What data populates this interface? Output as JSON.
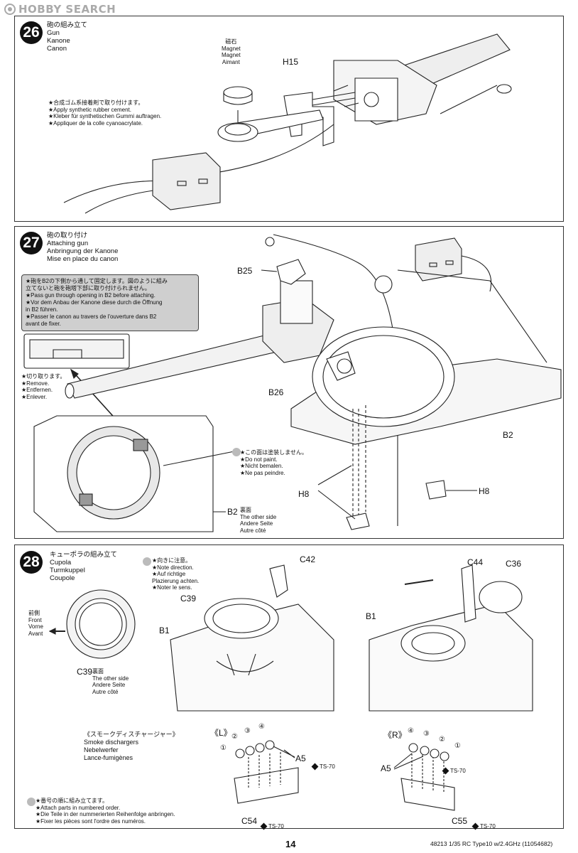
{
  "watermark": "HOBBY SEARCH",
  "step26": {
    "number": "26",
    "title": [
      "砲の組み立て",
      "Gun",
      "Kanone",
      "Canon"
    ],
    "magnet": [
      "磁石",
      "Magnet",
      "Magnet",
      "Aimant"
    ],
    "part": "H15",
    "notes": [
      "★合成ゴム系接着剤で取り付けます。",
      "★Apply synthetic rubber cement.",
      "★Kleber für synthetischen Gummi auftragen.",
      "★Appliquer de la colle cyanoacrylate."
    ]
  },
  "step27": {
    "number": "27",
    "title": [
      "砲の取り付け",
      "Attaching gun",
      "Anbringung der Kanone",
      "Mise en place du canon"
    ],
    "warning": [
      "★砲をB2の下側から通して固定します。図のように組み",
      "立てないと砲を砲塔下部に取り付けられません。",
      "★Pass gun through opening in B2 before attaching.",
      "★Vor dem Anbau der Kanone diese durch die Öffnung",
      "in B2 führen.",
      "★Passer le canon au travers de l'ouverture dans B2",
      "avant de fixer."
    ],
    "remove": [
      "★切り取ります。",
      "★Remove.",
      "★Entfernen.",
      "★Enlever."
    ],
    "nopaint": [
      "★この面は塗装しません。",
      "★Do not paint.",
      "★Nicht bemalen.",
      "★Ne pas peindre."
    ],
    "labels": {
      "b25": "B25",
      "b26": "B26",
      "b2": "B2",
      "h8a": "H8",
      "h8b": "H8",
      "b2b": "B2"
    },
    "otherside": [
      "裏面",
      "The other side",
      "Andere Seite",
      "Autre côté"
    ]
  },
  "step28": {
    "number": "28",
    "title": [
      "キューポラの組み立て",
      "Cupola",
      "Turmkuppel",
      "Coupole"
    ],
    "direction": [
      "★向きに注意。",
      "★Note direction.",
      "★Auf richtige",
      "Plazierung achten.",
      "★Noter le sens."
    ],
    "front": [
      "前側",
      "Front",
      "Vorne",
      "Avant"
    ],
    "c39": "C39",
    "c39b": "C39",
    "otherside": [
      "裏面",
      "The other side",
      "Andere Seite",
      "Autre côté"
    ],
    "labels": {
      "c42": "C42",
      "b1a": "B1",
      "c44": "C44",
      "c36": "C36",
      "b1b": "B1"
    },
    "smoke_title": [
      "《スモークディスチャージャー》",
      "Smoke dischargers",
      "Nebelwerfer",
      "Lance-fumigènes"
    ],
    "left_tag": "《L》",
    "right_tag": "《R》",
    "nums_left": [
      "①",
      "②",
      "③",
      "④"
    ],
    "nums_right": [
      "④",
      "③",
      "②",
      "①"
    ],
    "a5_left": "A5",
    "a5_right": "A5",
    "ts70": "TS-70",
    "c54": "C54",
    "c55": "C55",
    "order_notes": [
      "★番号の順に組み立てます。",
      "★Attach parts in numbered order.",
      "★Die Teile in der nummerierten Reihenfolge anbringen.",
      "★Fixer les pièces sont l'ordre des numéros."
    ]
  },
  "footer": {
    "page": "14",
    "code": "48213  1/35  RC Type10 w/2.4GHz (11054682)"
  }
}
